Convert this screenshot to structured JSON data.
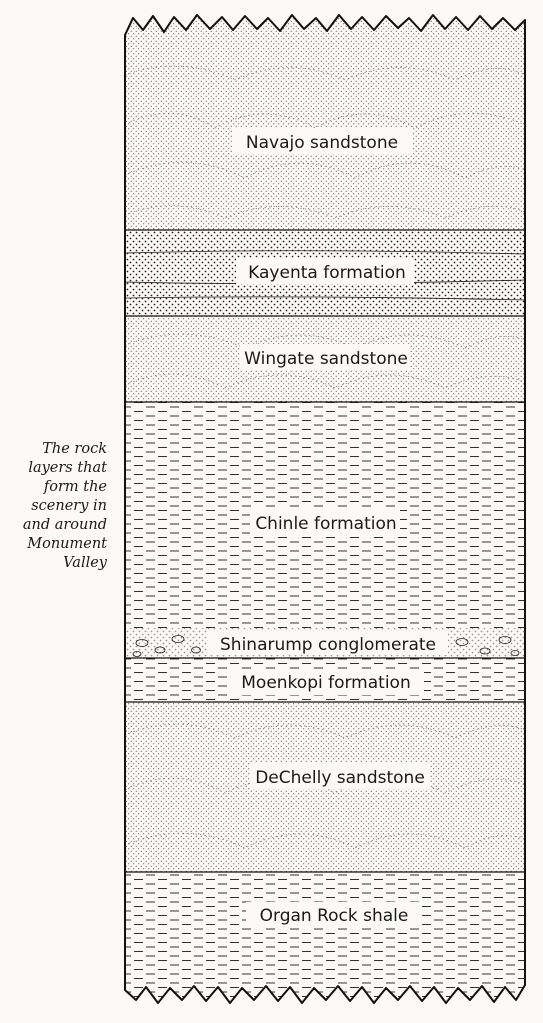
{
  "caption": [
    "The rock",
    "layers that",
    "form the",
    "scenery in",
    "and around",
    "Monument",
    "Valley"
  ],
  "layers": [
    {
      "id": "navajo",
      "label": "Navajo sandstone",
      "pattern": "sandstone"
    },
    {
      "id": "kayenta",
      "label": "Kayenta formation",
      "pattern": "bedded-sand"
    },
    {
      "id": "wingate",
      "label": "Wingate sandstone",
      "pattern": "sandstone"
    },
    {
      "id": "chinle",
      "label": "Chinle formation",
      "pattern": "shale"
    },
    {
      "id": "shinarump",
      "label": "Shinarump conglomerate",
      "pattern": "conglomerate"
    },
    {
      "id": "moenkopi",
      "label": "Moenkopi formation",
      "pattern": "shale"
    },
    {
      "id": "dechelly",
      "label": "DeChelly sandstone",
      "pattern": "sandstone"
    },
    {
      "id": "organ-rock",
      "label": "Organ Rock shale",
      "pattern": "shale"
    }
  ],
  "colors": {
    "ink": "#1a1a1a",
    "paper": "#fbfaf6"
  }
}
